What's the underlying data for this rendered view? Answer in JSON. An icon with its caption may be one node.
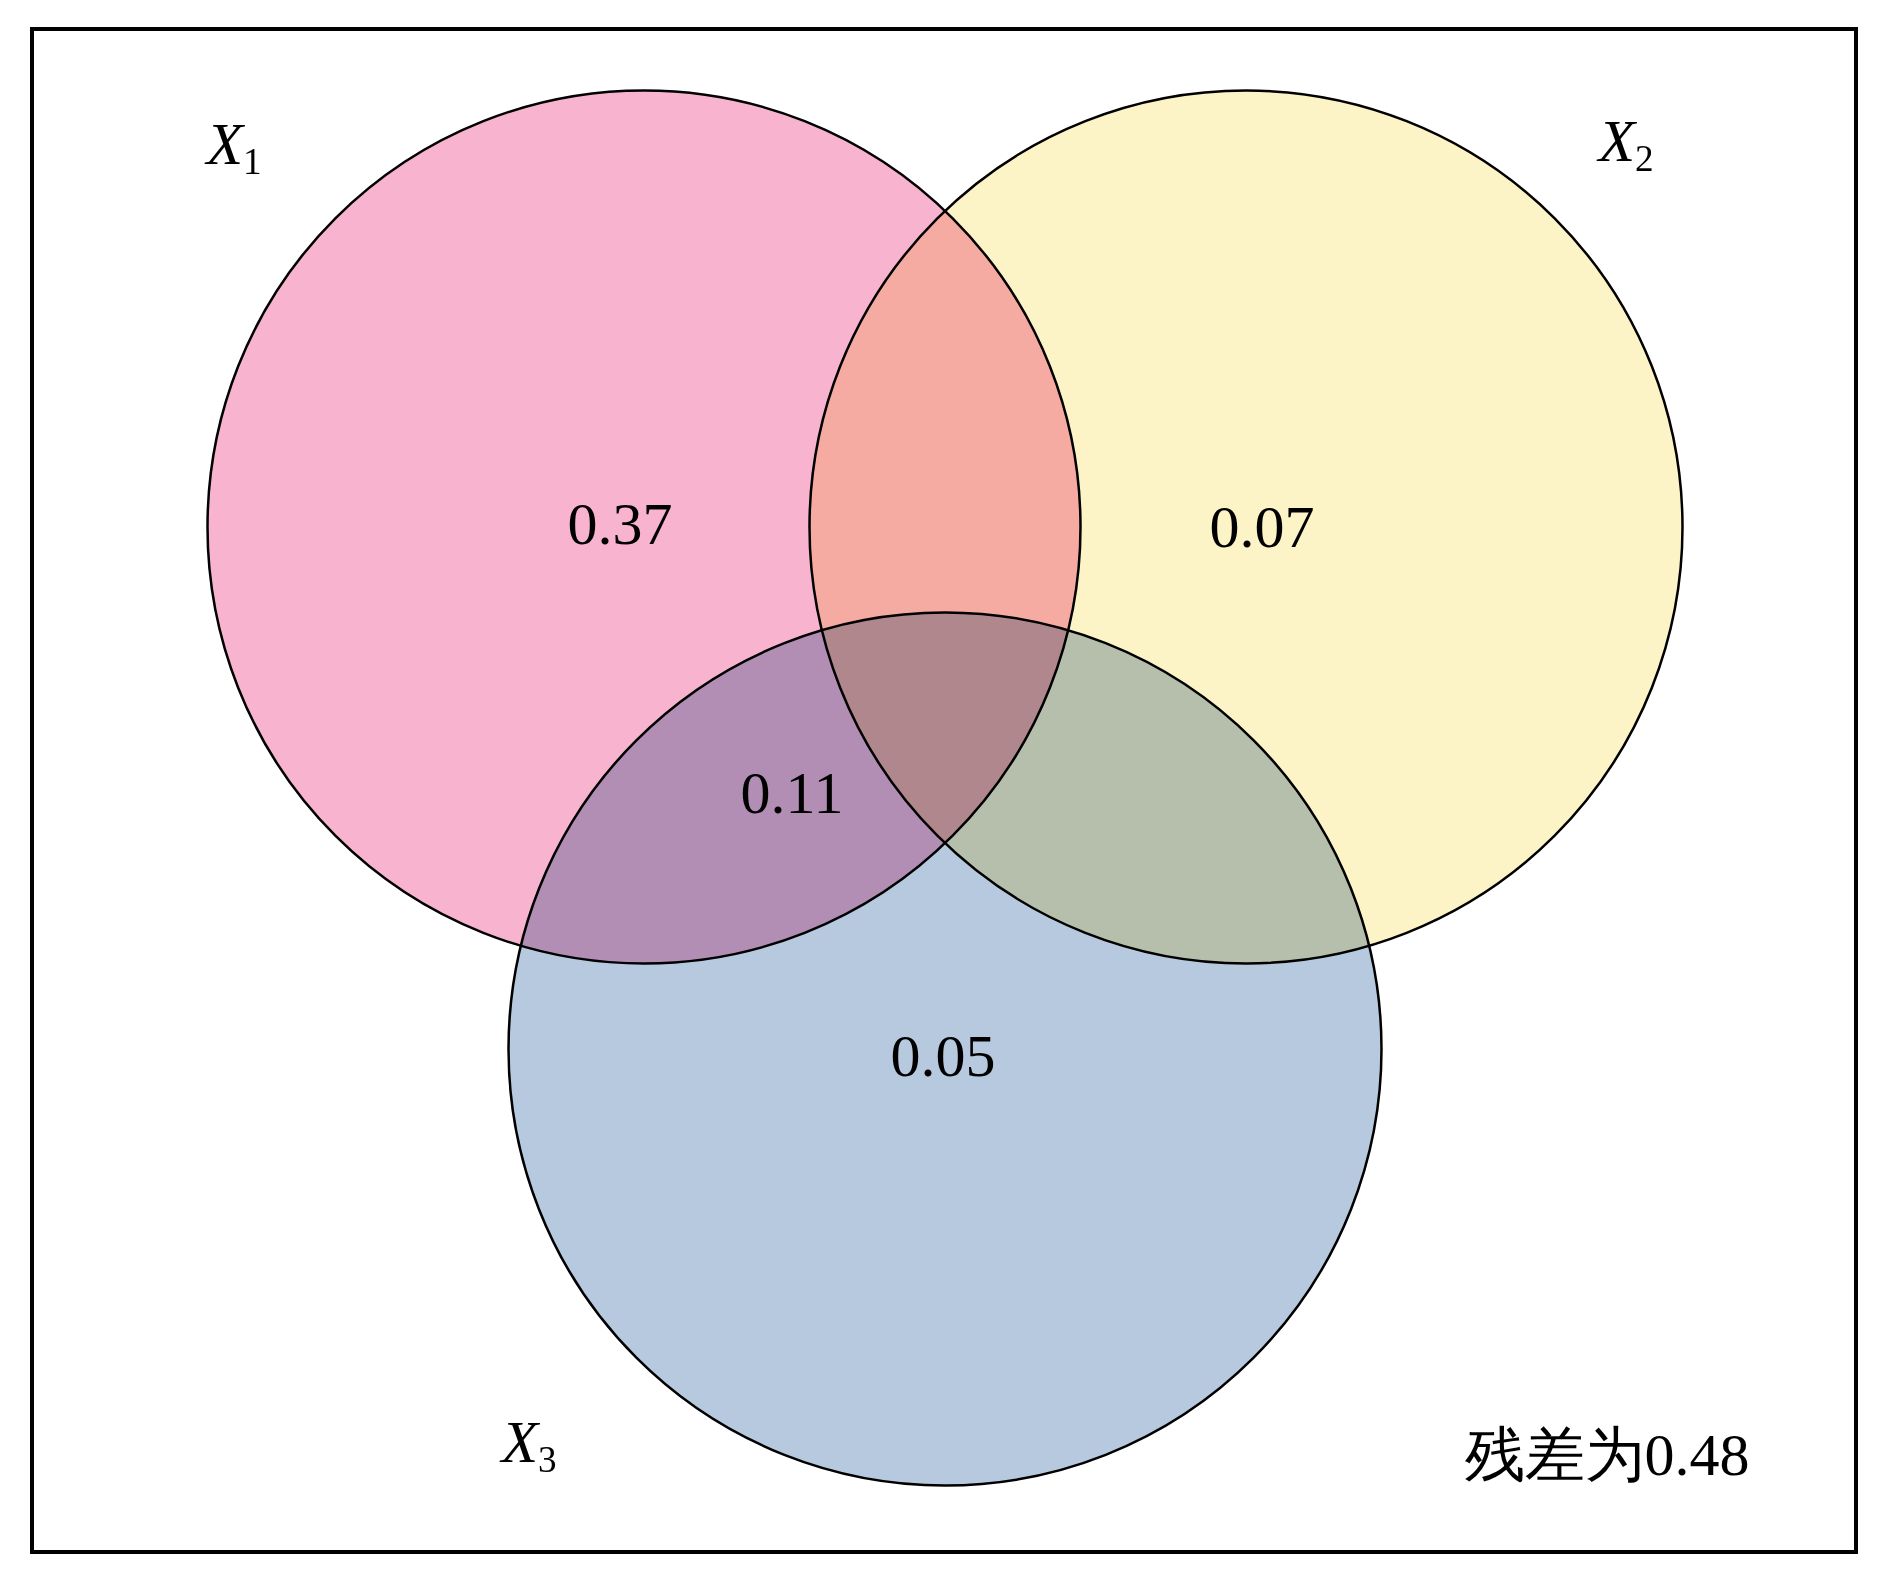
{
  "diagram": {
    "nodes": [
      {
        "text": [
          "*X*$_{1}$",
          "0.37"
        ]
      },
      {
        "text": [
          "*X*$_{2}$",
          "0.07"
        ]
      },
      {
        "text": [
          "*X*$_{3}$",
          "0.05"
        ]
      }
    ],
    "labels": [
      "0.11",
      "残差为0.48"
    ]
  }
}
